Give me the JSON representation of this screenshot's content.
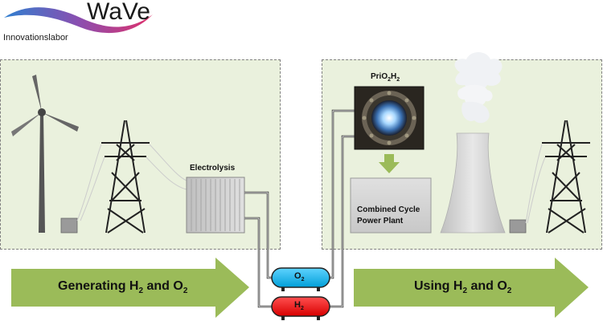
{
  "logo": {
    "name": "WaVe",
    "subtitle": "Innovationslabor"
  },
  "left_panel": {
    "electrolysis_label": "Electrolysis"
  },
  "right_panel": {
    "combustor_label_parts": [
      "PriO",
      "2",
      "H",
      "2"
    ],
    "plant_label_line1": "Combined Cycle",
    "plant_label_line2": "Power Plant"
  },
  "tanks": {
    "o2_parts": [
      "O",
      "2"
    ],
    "h2_parts": [
      "H",
      "2"
    ]
  },
  "arrows": {
    "generating_parts": [
      "Generating H",
      "2",
      " and O",
      "2"
    ],
    "using_parts": [
      "Using H",
      "2",
      " and O",
      "2"
    ]
  },
  "colors": {
    "panel_fill": "#eaf1dd",
    "arrow_green": "#9bbb59",
    "o2_blue": "#00b0f0",
    "h2_red": "#ff0000"
  }
}
